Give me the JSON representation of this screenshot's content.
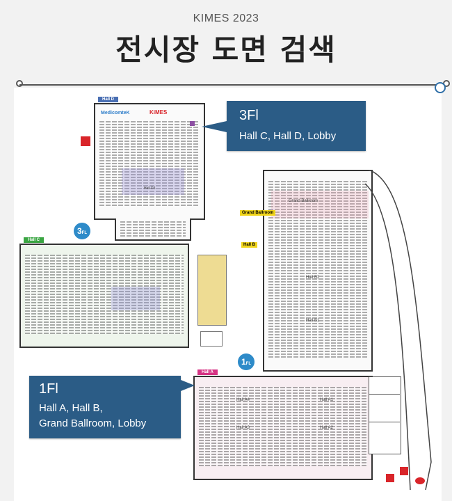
{
  "header": {
    "subtitle": "KIMES 2023",
    "title": "전시장 도면 검색"
  },
  "callouts": {
    "floor3": {
      "floor": "3Fl",
      "areas": "Hall C, Hall D, Lobby"
    },
    "floor1": {
      "floor": "1Fl",
      "lines": [
        "Hall A, Hall B,",
        "Grand Ballroom, Lobby"
      ]
    }
  },
  "badges": {
    "floor3": "3",
    "floor1": "1",
    "suffix": "FL"
  },
  "halls": {
    "hall_d": "Hall D",
    "hall_c": "Hall C",
    "hall_a": "Hall A",
    "hall_b": "Hall B",
    "grand_ballroom": "Grand Ballroom",
    "hall_d_logo1": "MedicomteK",
    "hall_d_logo2": "KiMES",
    "hall_b_zone": "Grand Ballroom",
    "hall_b_sub": "Hall B1",
    "hall_b2": "Hall B2",
    "hall_a1": "Hall A1",
    "hall_a2": "Hall A2",
    "hall_a3": "Hall A3",
    "hall_a4": "Hall A4",
    "hall_d_zone": "Hall D3"
  },
  "colors": {
    "callout": "#2b5c86",
    "badge": "#2e8bc9",
    "hall_c_tag": "#3aa542",
    "hall_a_tag": "#d63384",
    "hall_d_tag": "#4a6fb3",
    "hall_b_tag": "#f1d51b"
  }
}
